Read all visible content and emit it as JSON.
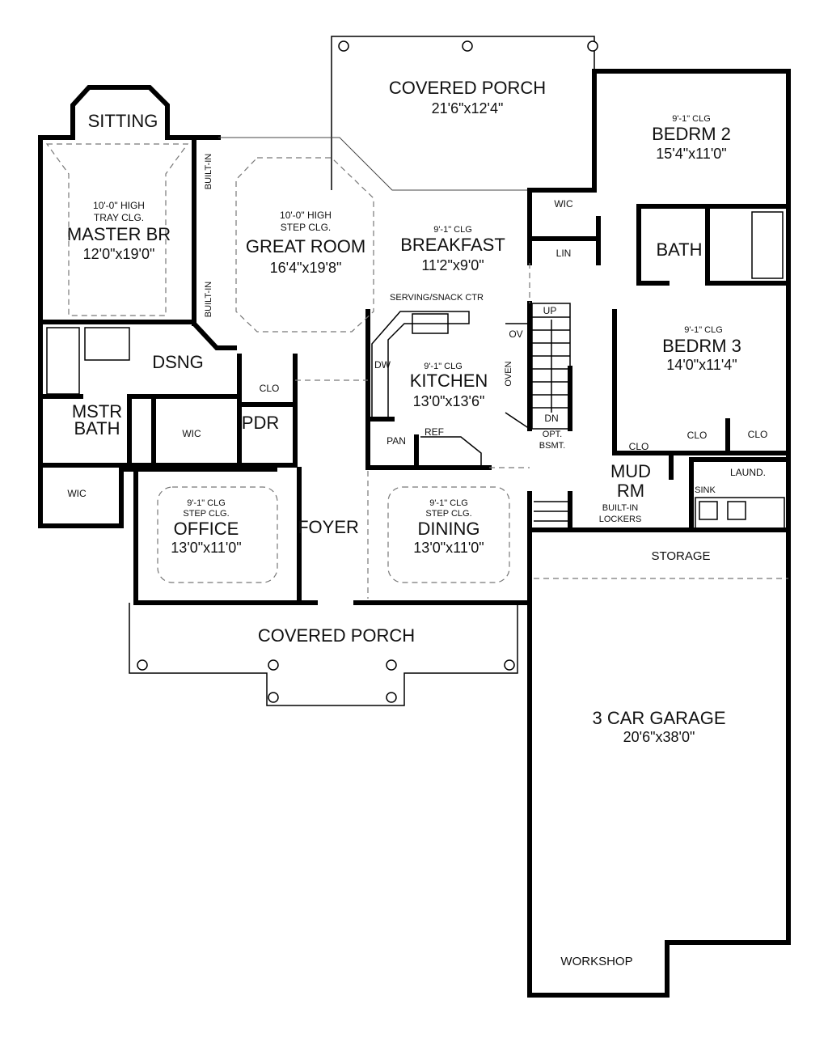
{
  "rooms": {
    "rear_porch": {
      "name": "COVERED PORCH",
      "size": "21'6\"x12'4\""
    },
    "sitting": {
      "name": "SITTING"
    },
    "bedroom2": {
      "ceiling": "9'-1\" CLG",
      "name": "BEDRM 2",
      "size": "15'4\"x11'0\""
    },
    "builtin_top": "BUILT-IN",
    "builtin_bottom": "BUILT-IN",
    "master": {
      "ceiling1": "10'-0\" HIGH",
      "ceiling2": "TRAY CLG.",
      "name": "MASTER BR",
      "size": "12'0\"x19'0\""
    },
    "great_room": {
      "ceiling1": "10'-0\" HIGH",
      "ceiling2": "STEP CLG.",
      "name": "GREAT ROOM",
      "size": "16'4\"x19'8\""
    },
    "breakfast": {
      "ceiling": "9'-1\" CLG",
      "name": "BREAKFAST",
      "size": "11'2\"x9'0\""
    },
    "wic_hall": "WIC",
    "linen": "LIN",
    "bath": "BATH",
    "serving": "SERVING/SNACK CTR",
    "bedroom3": {
      "ceiling": "9'-1\" CLG",
      "name": "BEDRM 3",
      "size": "14'0\"x11'4\""
    },
    "dressing": "DSNG",
    "clo_foyer": "CLO",
    "oven_ov": "OV",
    "oven": "OVEN",
    "stairs_up": "UP",
    "stairs_dn": "DN",
    "dw": "DW",
    "kitchen": {
      "ceiling": "9'-1\" CLG",
      "name": "KITCHEN",
      "size": "13'0\"x13'6\""
    },
    "master_bath": {
      "line1": "MSTR",
      "line2": "BATH"
    },
    "wic_master": "WIC",
    "powder": "PDR",
    "pantry": "PAN",
    "ref": "REF",
    "basement": {
      "line1": "OPT.",
      "line2": "BSMT."
    },
    "clo_mud": "CLO",
    "clo_bed3_a": "CLO",
    "clo_bed3_b": "CLO",
    "mud_room": {
      "line1": "MUD",
      "line2": "RM",
      "lockers1": "BUILT-IN",
      "lockers2": "LOCKERS"
    },
    "laundry": "LAUND.",
    "sink": "SINK",
    "wic_bath": "WIC",
    "office": {
      "ceiling1": "9'-1\" CLG",
      "ceiling2": "STEP CLG.",
      "name": "OFFICE",
      "size": "13'0\"x11'0\""
    },
    "foyer": "FOYER",
    "dining": {
      "ceiling1": "9'-1\" CLG",
      "ceiling2": "STEP CLG.",
      "name": "DINING",
      "size": "13'0\"x11'0\""
    },
    "storage": "STORAGE",
    "front_porch": {
      "name": "COVERED PORCH"
    },
    "garage": {
      "name": "3 CAR GARAGE",
      "size": "20'6\"x38'0\""
    },
    "workshop": "WORKSHOP"
  },
  "colors": {
    "walls": "#000000",
    "background": "#ffffff",
    "ceiling_lines": "#777777"
  }
}
